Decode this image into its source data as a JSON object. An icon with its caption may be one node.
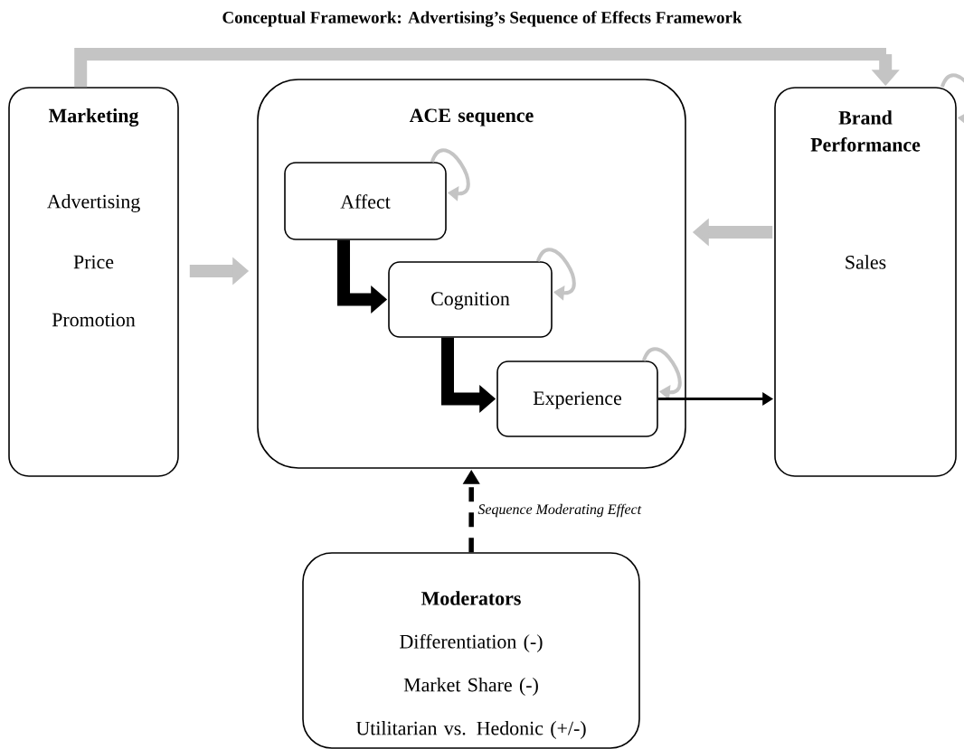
{
  "diagram": {
    "title": "Conceptual Framework: Advertising’s Sequence of Effects Framework",
    "nodes": [
      {
        "text": [
          "Marketing",
          "Advertising",
          "Price",
          "Promotion"
        ]
      },
      {
        "text": [
          "ACE sequence"
        ]
      },
      {
        "text": [
          "Affect"
        ],
        "in": 1
      },
      {
        "text": [
          "Cognition"
        ],
        "in": 1
      },
      {
        "text": [
          "Experience"
        ],
        "in": 1
      },
      {
        "text": [
          "Brand Performance",
          "Sales"
        ]
      },
      {
        "text": [
          "Moderators",
          "Differentiation (-)",
          "Market Share (-)",
          "Utilitarian vs. Hedonic (+/-)"
        ]
      }
    ],
    "edges": [
      {
        "from": 0,
        "to": 5,
        "arrow": "to",
        "style": "thick"
      },
      {
        "from": 0,
        "to": 1,
        "arrow": "to",
        "style": "thick"
      },
      {
        "from": 5,
        "to": 1,
        "arrow": "to",
        "style": "thick"
      },
      {
        "from": 2,
        "to": 2,
        "arrow": "to"
      },
      {
        "from": 3,
        "to": 3,
        "arrow": "to"
      },
      {
        "from": 4,
        "to": 4,
        "arrow": "to"
      },
      {
        "from": 5,
        "to": 5,
        "arrow": "to"
      },
      {
        "from": 2,
        "to": 3,
        "arrow": "to",
        "style": "thick",
        "color": "#000000"
      },
      {
        "from": 3,
        "to": 4,
        "arrow": "to",
        "style": "thick",
        "color": "#000000"
      },
      {
        "from": 4,
        "to": 5,
        "arrow": "to",
        "color": "#000000"
      },
      {
        "from": 6,
        "to": 1,
        "arrow": "to",
        "style": "dashed",
        "color": "#000000",
        "label": "Sequence Moderating Effect"
      }
    ]
  }
}
